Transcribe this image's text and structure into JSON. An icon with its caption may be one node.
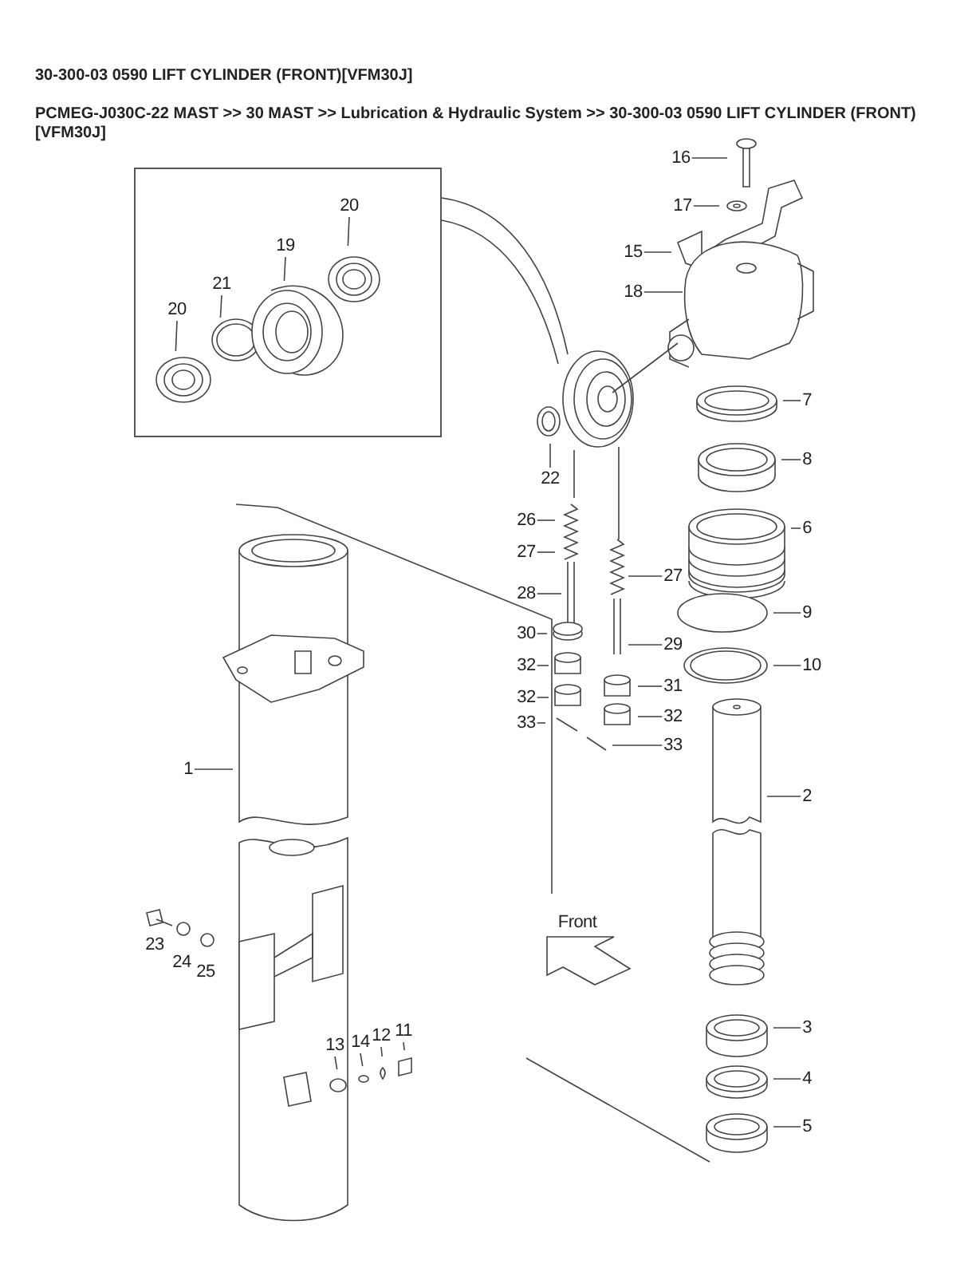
{
  "diagram": {
    "title": "30-300-03 0590 LIFT CYLINDER (FRONT)[VFM30J]",
    "nodes": [
      {
        "text": [],
        "shape": "box"
      },
      {
        "text": [
          "20"
        ],
        "in": 0
      },
      {
        "text": [
          "19"
        ],
        "in": 0
      },
      {
        "text": [
          "21"
        ],
        "in": 0
      },
      {
        "text": [
          "20"
        ],
        "in": 0
      },
      {
        "text": [
          "16"
        ]
      },
      {
        "text": [
          "17"
        ]
      },
      {
        "text": [
          "15"
        ]
      },
      {
        "text": [
          "18"
        ]
      },
      {
        "text": [
          "7"
        ]
      },
      {
        "text": [
          "8"
        ]
      },
      {
        "text": [
          "22"
        ]
      },
      {
        "text": [
          "26"
        ]
      },
      {
        "text": [
          "6"
        ]
      },
      {
        "text": [
          "27"
        ]
      },
      {
        "text": [
          "27"
        ]
      },
      {
        "text": [
          "28"
        ]
      },
      {
        "text": [
          "9"
        ]
      },
      {
        "text": [
          "30"
        ]
      },
      {
        "text": [
          "29"
        ]
      },
      {
        "text": [
          "10"
        ]
      },
      {
        "text": [
          "32"
        ]
      },
      {
        "text": [
          "31"
        ]
      },
      {
        "text": [
          "32"
        ]
      },
      {
        "text": [
          "32"
        ]
      },
      {
        "text": [
          "33"
        ]
      },
      {
        "text": [
          "33"
        ]
      },
      {
        "text": [
          "1"
        ]
      },
      {
        "text": [
          "2"
        ]
      },
      {
        "text": [
          "3"
        ]
      },
      {
        "text": [
          "11"
        ]
      },
      {
        "text": [
          "12"
        ]
      },
      {
        "text": [
          "14"
        ]
      },
      {
        "text": [
          "13"
        ]
      },
      {
        "text": [
          "4"
        ]
      },
      {
        "text": [
          "5"
        ]
      }
    ],
    "edges": [
      {
        "from": 1,
        "to": null,
        "arrow": "none"
      },
      {
        "from": 2,
        "to": null,
        "arrow": "none"
      },
      {
        "from": 3,
        "to": null,
        "arrow": "none"
      },
      {
        "from": 4,
        "to": null,
        "arrow": "none"
      },
      {
        "from": 5,
        "to": null,
        "arrow": "none"
      },
      {
        "from": 6,
        "to": null,
        "arrow": "none"
      },
      {
        "from": 7,
        "to": null,
        "arrow": "none"
      },
      {
        "from": 8,
        "to": null,
        "arrow": "none"
      },
      {
        "from": 9,
        "to": null,
        "arrow": "none"
      },
      {
        "from": 10,
        "to": null,
        "arrow": "none"
      },
      {
        "from": 11,
        "to": null,
        "arrow": "none"
      },
      {
        "from": 12,
        "to": null,
        "arrow": "none"
      },
      {
        "from": 13,
        "to": null,
        "arrow": "none"
      },
      {
        "from": 14,
        "to": null,
        "arrow": "none"
      },
      {
        "from": 15,
        "to": null,
        "arrow": "none"
      },
      {
        "from": 16,
        "to": null,
        "arrow": "none"
      },
      {
        "from": 17,
        "to": null,
        "arrow": "none"
      },
      {
        "from": 18,
        "to": null,
        "arrow": "none"
      },
      {
        "from": 19,
        "to": null,
        "arrow": "none"
      },
      {
        "from": 20,
        "to": null,
        "arrow": "none"
      },
      {
        "from": 21,
        "to": null,
        "arrow": "none"
      },
      {
        "from": 22,
        "to": null,
        "arrow": "none"
      },
      {
        "from": 23,
        "to": null,
        "arrow": "none"
      },
      {
        "from": 24,
        "to": null,
        "arrow": "none"
      },
      {
        "from": 25,
        "to": null,
        "arrow": "none"
      },
      {
        "from": 26,
        "to": null,
        "arrow": "none"
      },
      {
        "from": 27,
        "to": null,
        "arrow": "none"
      },
      {
        "from": 28,
        "to": null,
        "arrow": "none"
      },
      {
        "from": 29,
        "to": null,
        "arrow": "none"
      },
      {
        "from": 30,
        "to": null,
        "arrow": "none"
      },
      {
        "from": 31,
        "to": null,
        "arrow": "none"
      },
      {
        "from": 32,
        "to": null,
        "arrow": "none"
      },
      {
        "from": 33,
        "to": null,
        "arrow": "none"
      },
      {
        "from": 34,
        "to": null,
        "arrow": "none"
      },
      {
        "from": 35,
        "to": null,
        "arrow": "none"
      }
    ],
    "labels": [
      "PCMEG-J030C-22 MAST >> 30 MAST >> Lubrication & Hydraulic System >> 30-300-03 0590 LIFT CYLINDER (FRONT) [VFM30J]",
      "Front",
      "23",
      "24",
      "25"
    ]
  }
}
